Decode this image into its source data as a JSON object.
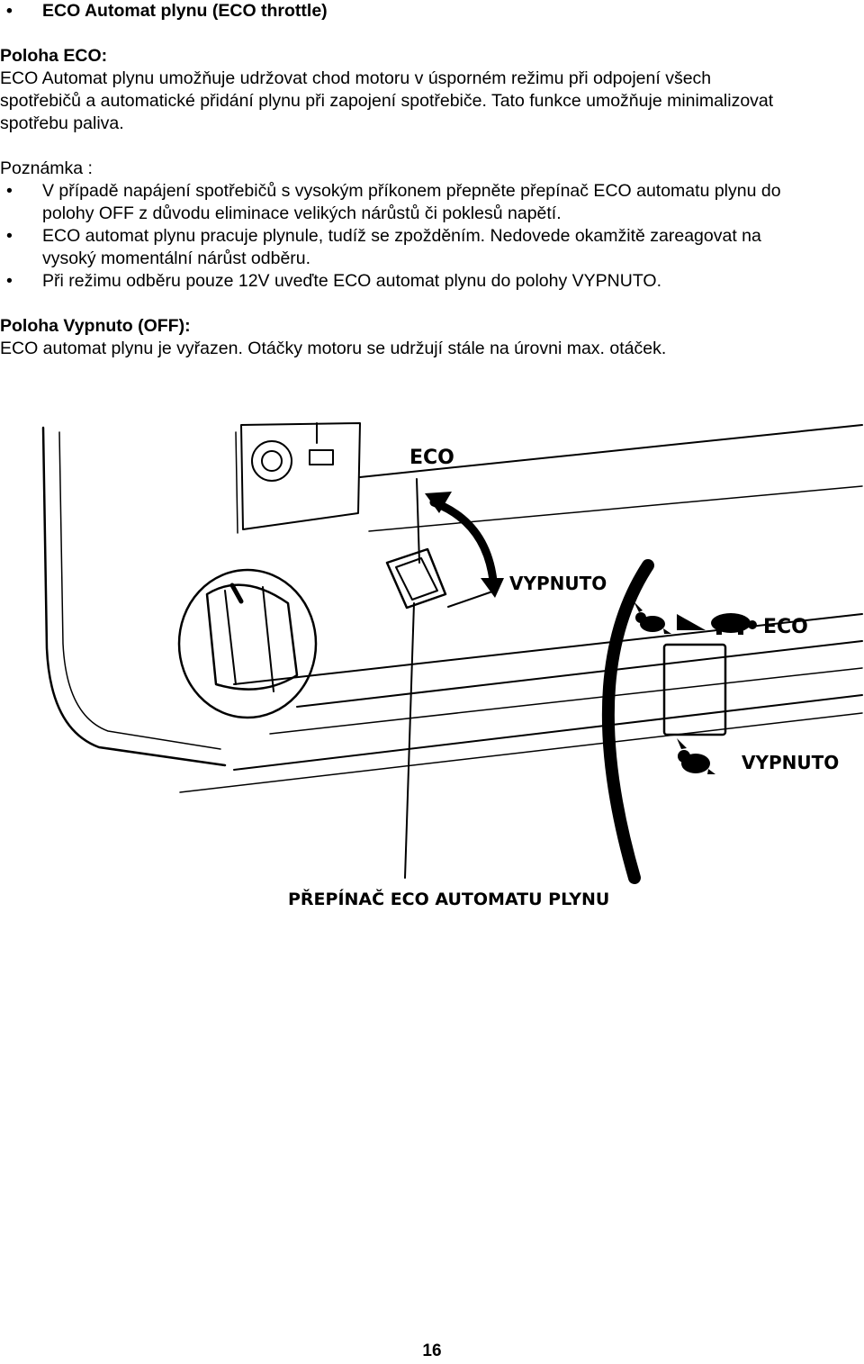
{
  "header": {
    "bullet": "•",
    "title": "ECO Automat plynu (ECO throttle)"
  },
  "eco_section": {
    "heading": "Poloha ECO:",
    "lines": [
      "ECO Automat plynu umožňuje udržovat chod motoru v úsporném režimu při odpojení všech",
      "spotřebičů a automatické přidání plynu při zapojení spotřebiče. Tato funkce umožňuje minimalizovat",
      "spotřebu paliva."
    ]
  },
  "note": {
    "label": "Poznámka :",
    "items": [
      {
        "bullet": "•",
        "lines": [
          "V případě napájení spotřebičů s vysokým příkonem přepněte přepínač ECO automatu plynu do",
          "polohy OFF z důvodu eliminace velikých nárůstů či poklesů napětí."
        ]
      },
      {
        "bullet": "•",
        "lines": [
          "ECO automat plynu pracuje plynule, tudíž se zpožděním. Nedovede okamžitě zareagovat na",
          "vysoký momentální nárůst odběru."
        ]
      },
      {
        "bullet": "•",
        "lines": [
          "Při režimu odběru pouze 12V uveďte ECO automat plynu do polohy VYPNUTO."
        ]
      }
    ]
  },
  "off_section": {
    "heading": "Poloha Vypnuto (OFF):",
    "lines": [
      "ECO automat plynu je vyřazen. Otáčky motoru se udržují stále na úrovni max. otáček."
    ]
  },
  "figure": {
    "label_eco_top": "ECO",
    "label_vypnuto_arrow": "VYPNUTO",
    "label_eco_switch": "ECO",
    "label_vypnuto_switch": "VYPNUTO",
    "caption": "PŘEPÍNAČ ECO AUTOMATU PLYNU"
  },
  "footer": {
    "page_number": "16"
  }
}
